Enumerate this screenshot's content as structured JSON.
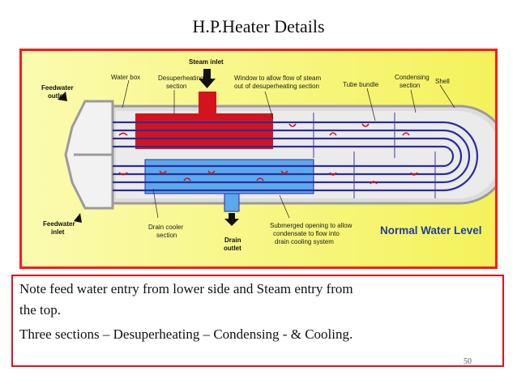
{
  "title": "H.P.Heater Details",
  "diagram": {
    "labels": {
      "steam_inlet": "Steam inlet",
      "water_box": "Water box",
      "desuperheating_section_1": "Desuperheating",
      "desuperheating_section_2": "section",
      "window_1": "Window to allow flow of steam",
      "window_2": "out of desuperheating section",
      "tube_bundle": "Tube bundle",
      "condensing_section_1": "Condensing",
      "condensing_section_2": "section",
      "shell": "Shell",
      "feedwater_outlet_1": "Feedwater",
      "feedwater_outlet_2": "outlet",
      "feedwater_inlet_1": "Feedwater",
      "feedwater_inlet_2": "inlet",
      "drain_cooler_1": "Drain cooler",
      "drain_cooler_2": "section",
      "drain_outlet_1": "Drain",
      "drain_outlet_2": "outlet",
      "submerged_1": "Submerged opening to allow",
      "submerged_2": "condensate to flow into",
      "submerged_3": "drain cooling system",
      "normal_water_level": "Normal Water Level"
    },
    "colors": {
      "background_yellow": "#f7f76a",
      "shell_fill": "#e4e4e4",
      "desuperheating_red": "#d3141d",
      "drain_cooler_blue": "#5aa9ec",
      "tube_blue": "#2c2c9e",
      "frame_red": "#ff1a1a"
    }
  },
  "note": {
    "line1": "Note feed water entry from lower side and Steam entry from",
    "line2": "the top.",
    "line3": "Three sections – Desuperheating – Condensing - & Cooling.",
    "page_number": "50"
  }
}
